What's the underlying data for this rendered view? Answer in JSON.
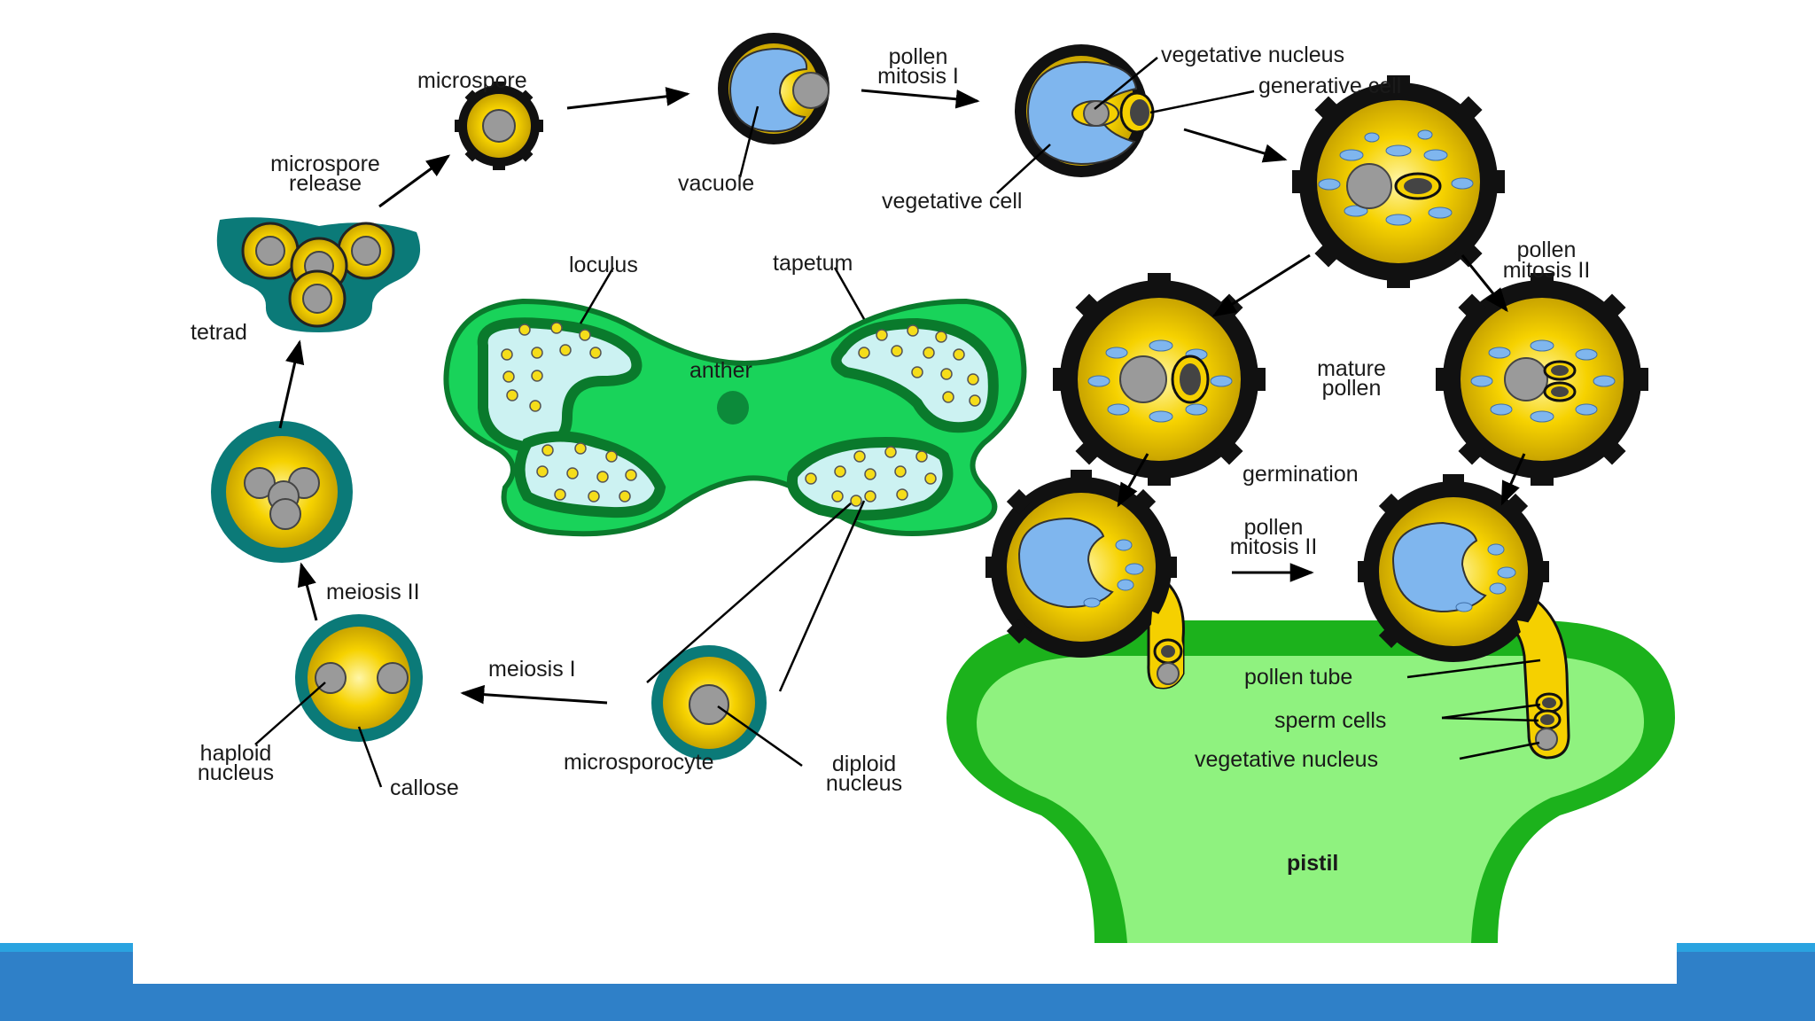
{
  "diagram": {
    "labels": {
      "microspore": "microspore",
      "pollen_mitosis_1": [
        "pollen",
        "mitosis I"
      ],
      "vegetative_nucleus_top": "vegetative nucleus",
      "generative_cell": "generative cell",
      "microspore_release": [
        "microspore",
        "release"
      ],
      "vacuole": "vacuole",
      "vegetative_cell": "vegetative cell",
      "loculus": "loculus",
      "tapetum": "tapetum",
      "pollen_mitosis_2_right": [
        "pollen",
        "mitosis II"
      ],
      "tetrad": "tetrad",
      "anther": "anther",
      "mature_pollen": [
        "mature",
        "pollen"
      ],
      "germination": "germination",
      "pollen_mitosis_2_mid": [
        "pollen",
        "mitosis II"
      ],
      "meiosis_2": "meiosis II",
      "meiosis_1": "meiosis I",
      "pollen_tube": "pollen tube",
      "sperm_cells": "sperm cells",
      "haploid_nucleus": [
        "haploid",
        "nucleus"
      ],
      "microsporocyte": "microsporocyte",
      "diploid_nucleus": [
        "diploid",
        "nucleus"
      ],
      "vegetative_nucleus_bottom": "vegetative nucleus",
      "callose": "callose",
      "pistil": "pistil"
    }
  },
  "colors": {
    "anther_green": "#19d35a",
    "anther_dark": "#0a7a2c",
    "loculus_fill": "#ccf2f2",
    "callose_teal": "#0b7a78",
    "pollen_yellow": "#f5d000",
    "nucleus_gray": "#9a9a9a",
    "vacuole_blue": "#7fb6ee",
    "pistil_light": "#8ff27f",
    "pistil_dark": "#1cb21c",
    "footer_blue": "#2f80c8",
    "footer_highlight": "#2aa3e0"
  }
}
